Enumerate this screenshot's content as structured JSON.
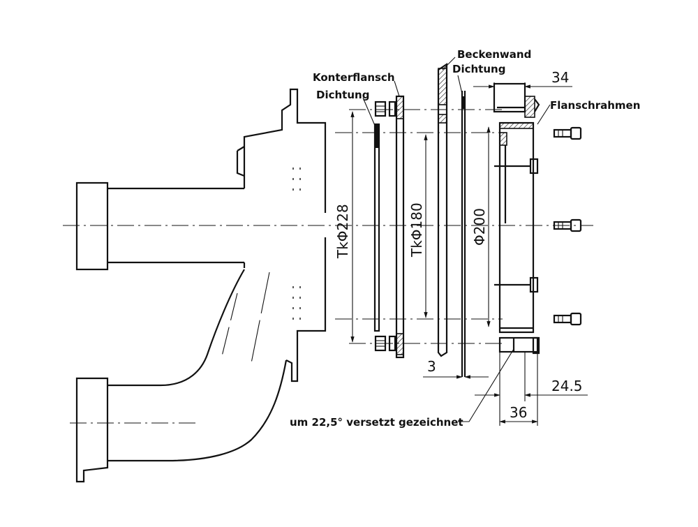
{
  "labels": {
    "beckenwand": "Beckenwand",
    "dichtung_top": "Dichtung",
    "konterflansch": "Konterflansch",
    "dichtung_left": "Dichtung",
    "flanschrahmen": "Flanschrahmen",
    "versetzt": "um 22,5° versetzt gezeichnet"
  },
  "dimensions": {
    "d34": "34",
    "tk228": "TkΦ228",
    "tk180": "TkΦ180",
    "d200": "Φ200",
    "d3": "3",
    "d245": "24.5",
    "d36": "36"
  }
}
